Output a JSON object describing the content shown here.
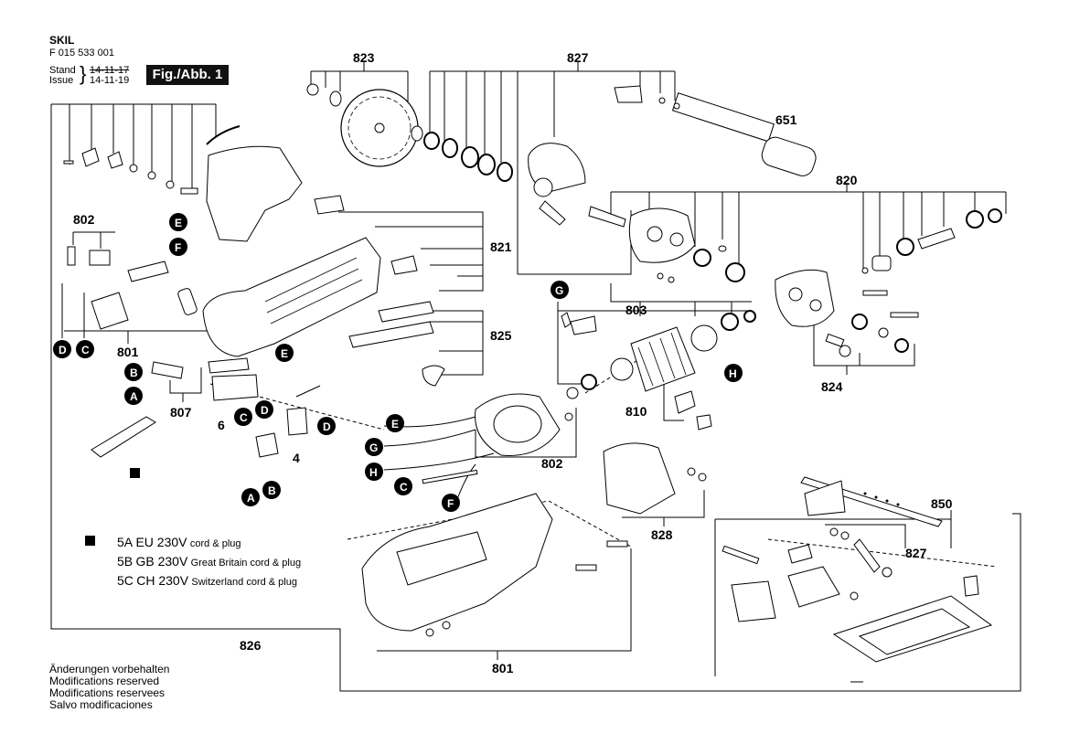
{
  "header": {
    "brand": "SKIL",
    "part_number": "F 015 533 001",
    "stand_label": "Stand",
    "issue_label": "Issue",
    "old_date": "14-11-17",
    "new_date": "14-11-19",
    "figure_label": "Fig./Abb. 1"
  },
  "part_labels": {
    "p823": "823",
    "p827_top": "827",
    "p651": "651",
    "p820": "820",
    "p802_left": "802",
    "p821": "821",
    "p825": "825",
    "p801_left": "801",
    "p807": "807",
    "p6": "6",
    "p4": "4",
    "p803": "803",
    "p810": "810",
    "p802_mid": "802",
    "p824": "824",
    "p828": "828",
    "p850": "850",
    "p827_bottom": "827",
    "p826": "826",
    "p801_bottom": "801"
  },
  "connector_letters": {
    "E_top": "E",
    "F_top": "F",
    "D_left": "D",
    "C_left": "C",
    "B_left": "B",
    "A_left": "A",
    "E_mid": "E",
    "D_mid": "D",
    "C_mid": "C",
    "D_right": "D",
    "A_bottom": "A",
    "B_bottom": "B",
    "G_top": "G",
    "H_right": "H",
    "E_motor": "E",
    "G_motor": "G",
    "H_motor": "H",
    "C_motor": "C",
    "F_motor": "F"
  },
  "legend": [
    {
      "code": "5A",
      "voltage": "EU 230V",
      "desc": "cord & plug"
    },
    {
      "code": "5B",
      "voltage": "GB 230V",
      "desc": "Great Britain cord & plug"
    },
    {
      "code": "5C",
      "voltage": "CH 230V",
      "desc": "Switzerland cord & plug"
    }
  ],
  "footer": [
    "Änderungen vorbehalten",
    "Modifications reserved",
    "Modifications reservees",
    "Salvo modificaciones"
  ]
}
